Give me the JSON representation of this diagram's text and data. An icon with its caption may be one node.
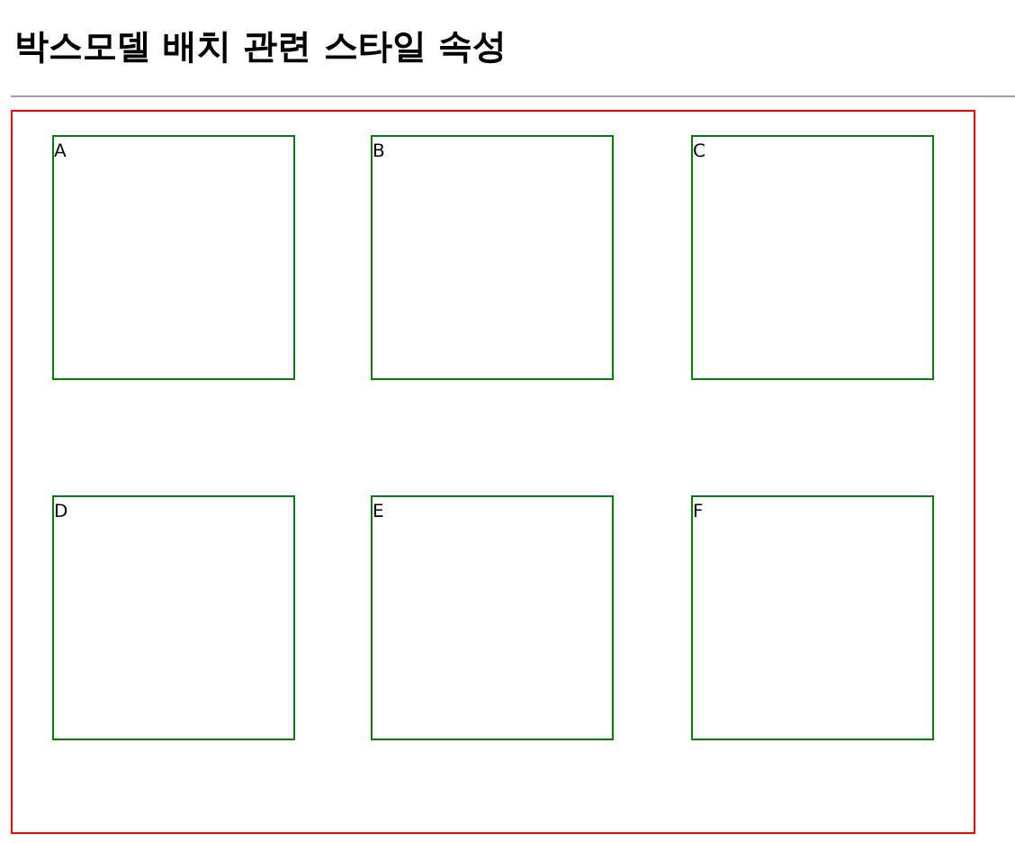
{
  "diagram": {
    "title": "박스모델 배치 관련 스타일 속성",
    "nodes": [
      {
        "text": [],
        "shape": "box"
      },
      {
        "text": [
          "A"
        ],
        "in": 0
      },
      {
        "text": [
          "B"
        ],
        "in": 0
      },
      {
        "text": [
          "C"
        ],
        "in": 0
      },
      {
        "text": [
          "D"
        ],
        "in": 0
      },
      {
        "text": [
          "E"
        ],
        "in": 0
      },
      {
        "text": [
          "F"
        ],
        "in": 0
      }
    ]
  }
}
